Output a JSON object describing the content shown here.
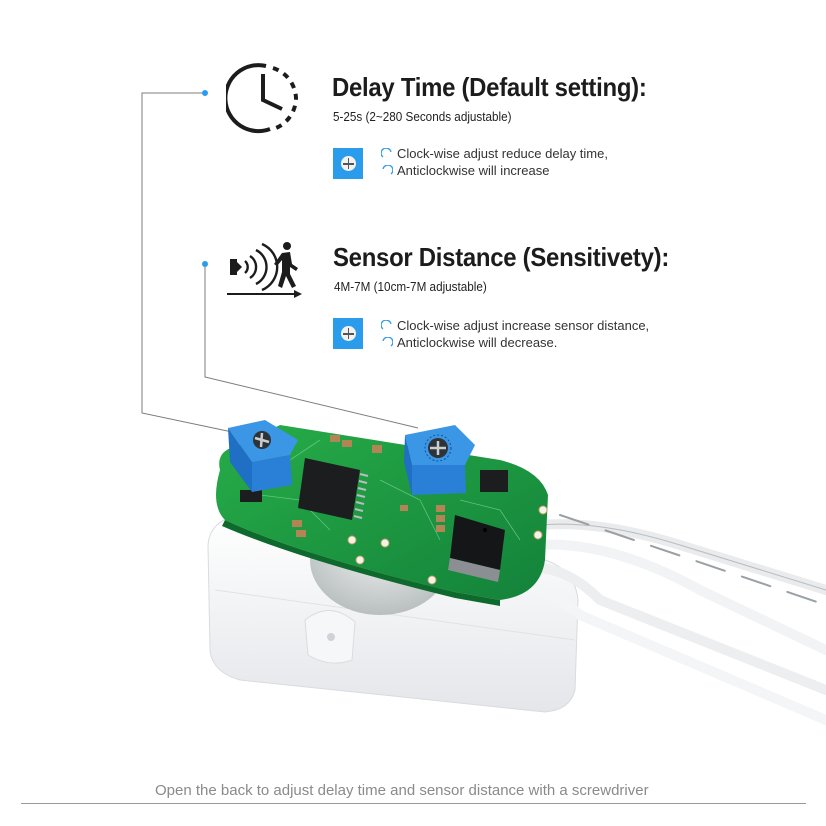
{
  "sections": [
    {
      "id": "delay",
      "icon": "clock-icon",
      "title": "Delay Time (Default setting):",
      "subtitle": "5-25s (2~280 Seconds adjustable)",
      "adjust_icon": "screw-plus-icon",
      "notes": [
        {
          "icon": "clockwise-icon",
          "text": "Clock-wise adjust reduce delay time,"
        },
        {
          "icon": "anticlockwise-icon",
          "text": "Anticlockwise will increase"
        }
      ]
    },
    {
      "id": "distance",
      "icon": "motion-sensor-person-icon",
      "title": "Sensor Distance (Sensitivety):",
      "subtitle": "4M-7M (10cm-7M adjustable)",
      "adjust_icon": "screw-plus-icon",
      "notes": [
        {
          "icon": "clockwise-icon",
          "text": "Clock-wise adjust increase sensor distance,"
        },
        {
          "icon": "anticlockwise-icon",
          "text": "Anticlockwise will decrease."
        }
      ]
    }
  ],
  "product_image": {
    "subject": "PIR motion sensor module PCB with two blue potentiometers in white housing with wires"
  },
  "footer": {
    "caption": "Open the back to adjust delay time and sensor distance with a screwdriver"
  },
  "colors": {
    "accent_blue": "#2b9cec",
    "pcb_green": "#1f9a3c",
    "pot_blue": "#2a7fd4",
    "text_dark": "#1c1c1c",
    "footer_gray": "#8a8a8a"
  }
}
